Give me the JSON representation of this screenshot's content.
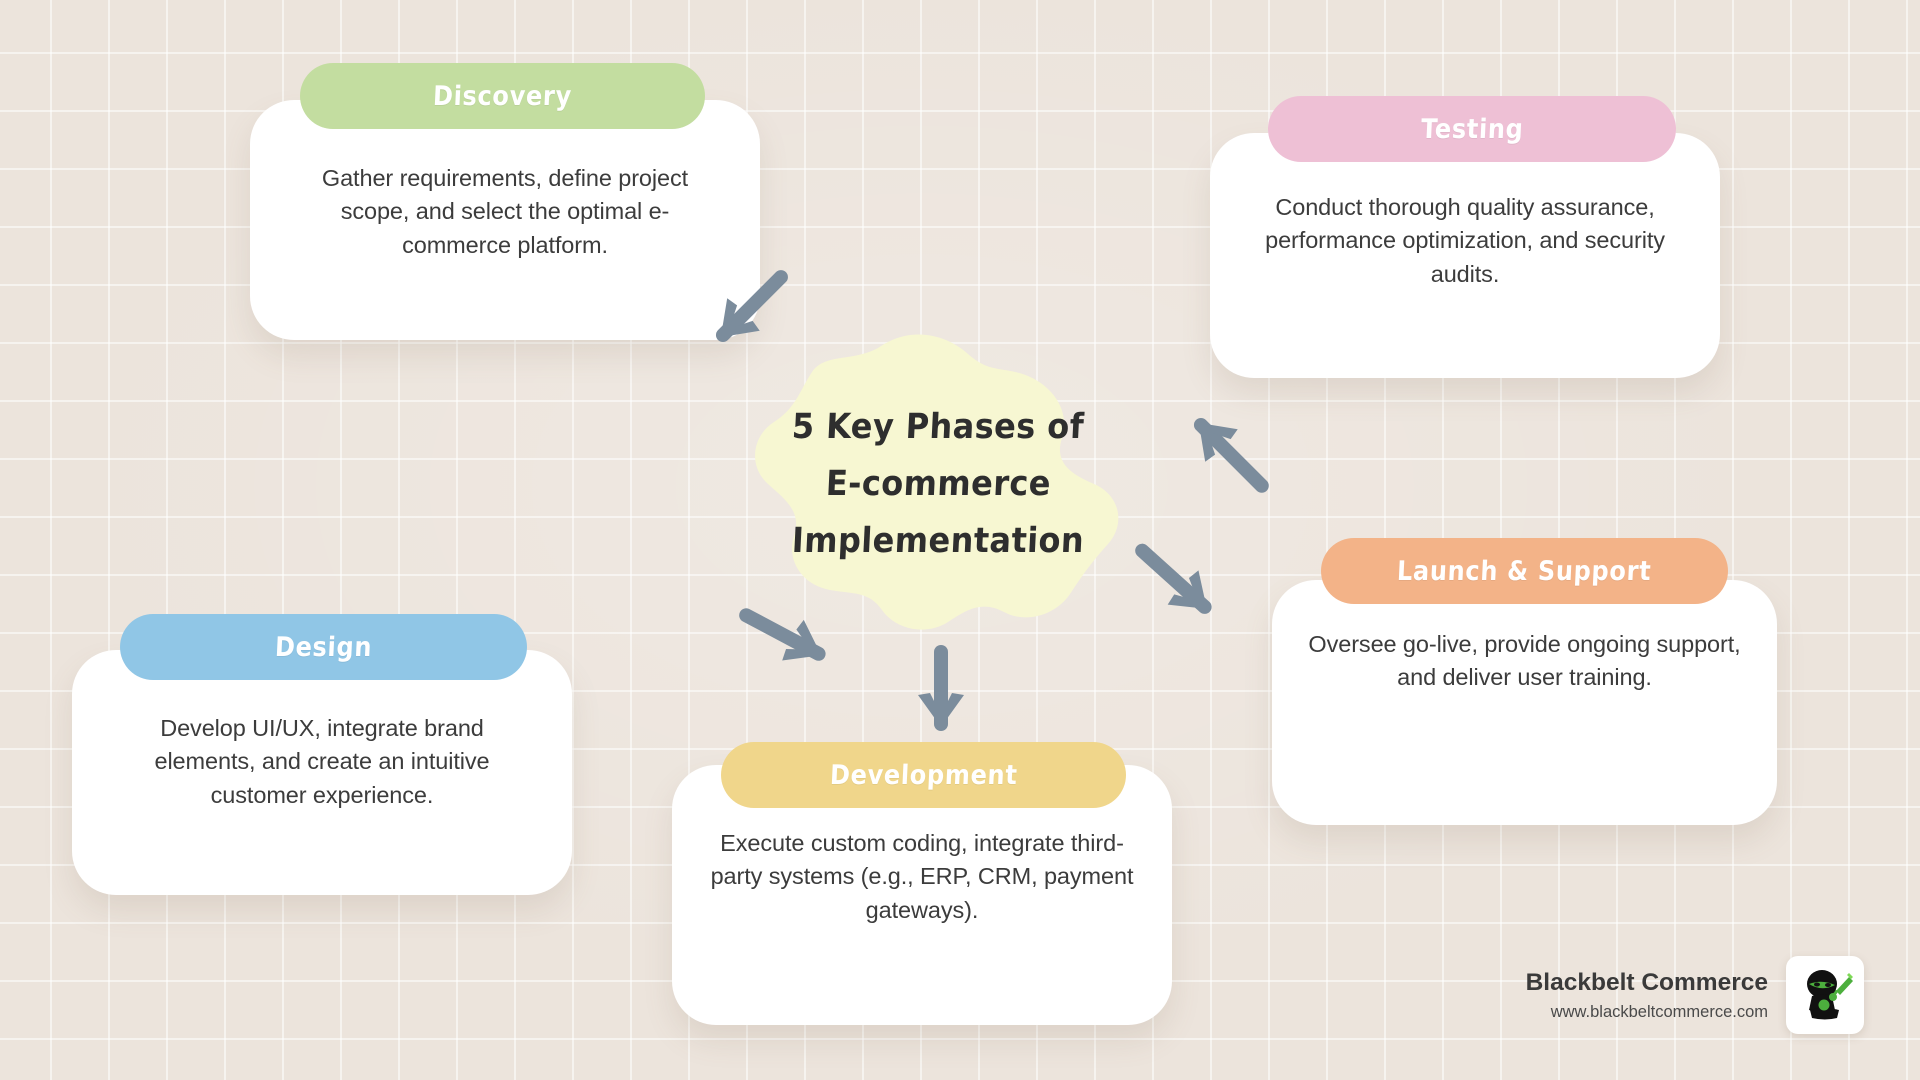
{
  "background": {
    "color": "#ece4dc",
    "grid_line_color": "#ffffff"
  },
  "center": {
    "shape": "organic-blob",
    "fill": "#f7f7d2",
    "title_lines": [
      "5 Key Phases of",
      "E-commerce",
      "Implementation"
    ],
    "title_color": "#2e2e2e"
  },
  "arrows": {
    "color": "#7b8c9c",
    "items": [
      {
        "name": "arrow-to-discovery",
        "direction": "up-left"
      },
      {
        "name": "arrow-to-testing",
        "direction": "up-right"
      },
      {
        "name": "arrow-to-launch-support",
        "direction": "down-right"
      },
      {
        "name": "arrow-to-development",
        "direction": "down"
      },
      {
        "name": "arrow-to-design",
        "direction": "down-left"
      }
    ]
  },
  "cards": [
    {
      "id": "discovery",
      "title": "Discovery",
      "description": "Gather requirements, define project scope, and select the optimal e-commerce platform.",
      "pill_color": "#c3ddA0",
      "body_color": "#ffffff"
    },
    {
      "id": "testing",
      "title": "Testing",
      "description": "Conduct thorough quality assurance, performance optimization, and security audits.",
      "pill_color": "#eec0d5",
      "body_color": "#ffffff"
    },
    {
      "id": "design",
      "title": "Design",
      "description": "Develop UI/UX, integrate brand elements, and create an intuitive customer experience.",
      "pill_color": "#90c6e6",
      "body_color": "#ffffff"
    },
    {
      "id": "development",
      "title": "Development",
      "description": "Execute custom coding, integrate third-party systems (e.g., ERP, CRM, payment gateways).",
      "pill_color": "#f0d68b",
      "body_color": "#ffffff"
    },
    {
      "id": "launch_support",
      "title": "Launch & Support",
      "description": "Oversee go-live, provide ongoing support, and deliver user training.",
      "pill_color": "#f3b388",
      "body_color": "#ffffff"
    }
  ],
  "branding": {
    "name": "Blackbelt Commerce",
    "url": "www.blackbeltcommerce.com",
    "logo_icon": "ninja-logo-icon",
    "logo_colors": {
      "body": "#111111",
      "accent": "#4caf3d"
    }
  }
}
